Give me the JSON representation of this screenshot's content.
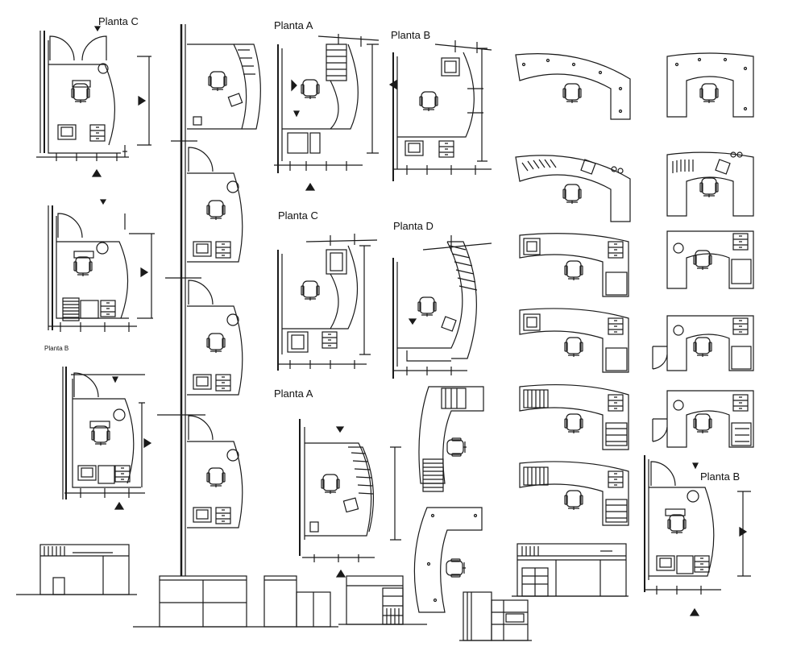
{
  "labels": {
    "planta_c_1": "Planta C",
    "planta_a_1": "Planta A",
    "planta_b_1": "Planta B",
    "planta_c_2": "Planta C",
    "planta_d": "Planta D",
    "planta_a_2": "Planta A",
    "planta_b_2": "Planta B",
    "planta_b_small": "Planta B"
  },
  "colors": {
    "line": "#1a1a1a",
    "background": "#ffffff"
  }
}
